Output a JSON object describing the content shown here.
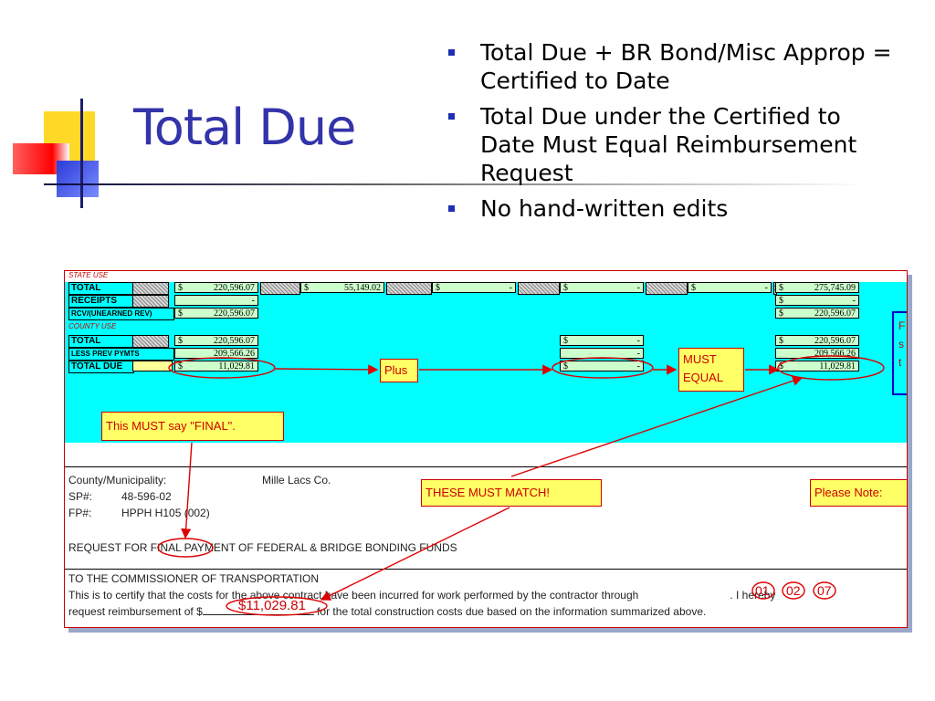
{
  "slide": {
    "title": "Total Due",
    "bullets": [
      "Total Due + BR Bond/Misc Approp = Certified to Date",
      "Total Due under the Certified to Date Must Equal Reimbursement Request",
      "No hand-written edits"
    ]
  },
  "sheet": {
    "state_use_label": "STATE USE",
    "county_use_label": "COUNTY USE",
    "rows": {
      "total": "TOTAL",
      "receipts": "RECEIPTS",
      "rcv": "RCV/(UNEARNED REV)",
      "total2": "TOTAL",
      "less_prev": "LESS PREV PYMTS",
      "total_due": "TOTAL DUE"
    },
    "cur": "$",
    "col1": {
      "total": "220,596.07",
      "receipts": "-",
      "rcv": "220,596.07",
      "total2": "220,596.07",
      "less_prev": "209,566.26",
      "total_due": "11,029.81"
    },
    "col2": {
      "total": "55,149.02"
    },
    "col3": {
      "total": "-"
    },
    "col4": {
      "total": "-",
      "total2": "-",
      "less_prev": "-",
      "total_due": "-"
    },
    "col5": {
      "total": "-"
    },
    "col6": {
      "total": "275,745.09",
      "receipts": "-",
      "rcv": "220,596.07",
      "total2": "220,596.07",
      "less_prev": "209,566.26",
      "total_due": "11,029.81"
    }
  },
  "callouts": {
    "plus": "Plus",
    "must_equal": "MUST EQUAL",
    "final": "This MUST say \"FINAL\".",
    "match": "THESE MUST MATCH!",
    "please_note": "Please Note:",
    "right_fragment": [
      "F",
      "s",
      "t"
    ]
  },
  "form": {
    "county_label": "County/Municipality:",
    "county_value": "Mille Lacs Co.",
    "sp_label": "SP#:",
    "sp_value": "48-596-02",
    "fp_label": "FP#:",
    "fp_value": "HPPH H105 (002)",
    "request_line": "REQUEST FOR FINAL PAYMENT OF FEDERAL & BRIDGE BONDING FUNDS",
    "to_line": "TO THE COMMISSIONER OF TRANSPORTATION",
    "certify_line_a": "This is to certify that the costs for the above contract have been incurred for work performed by the contractor through",
    "certify_line_b": ". I hereby",
    "request_line2_a": "request reimbursement of $",
    "request_line2_b": "for the total construction costs due based on the information summarized above.",
    "date_month": "01",
    "date_day": "02",
    "date_year": "07",
    "amount_written": "$11,029.81"
  }
}
